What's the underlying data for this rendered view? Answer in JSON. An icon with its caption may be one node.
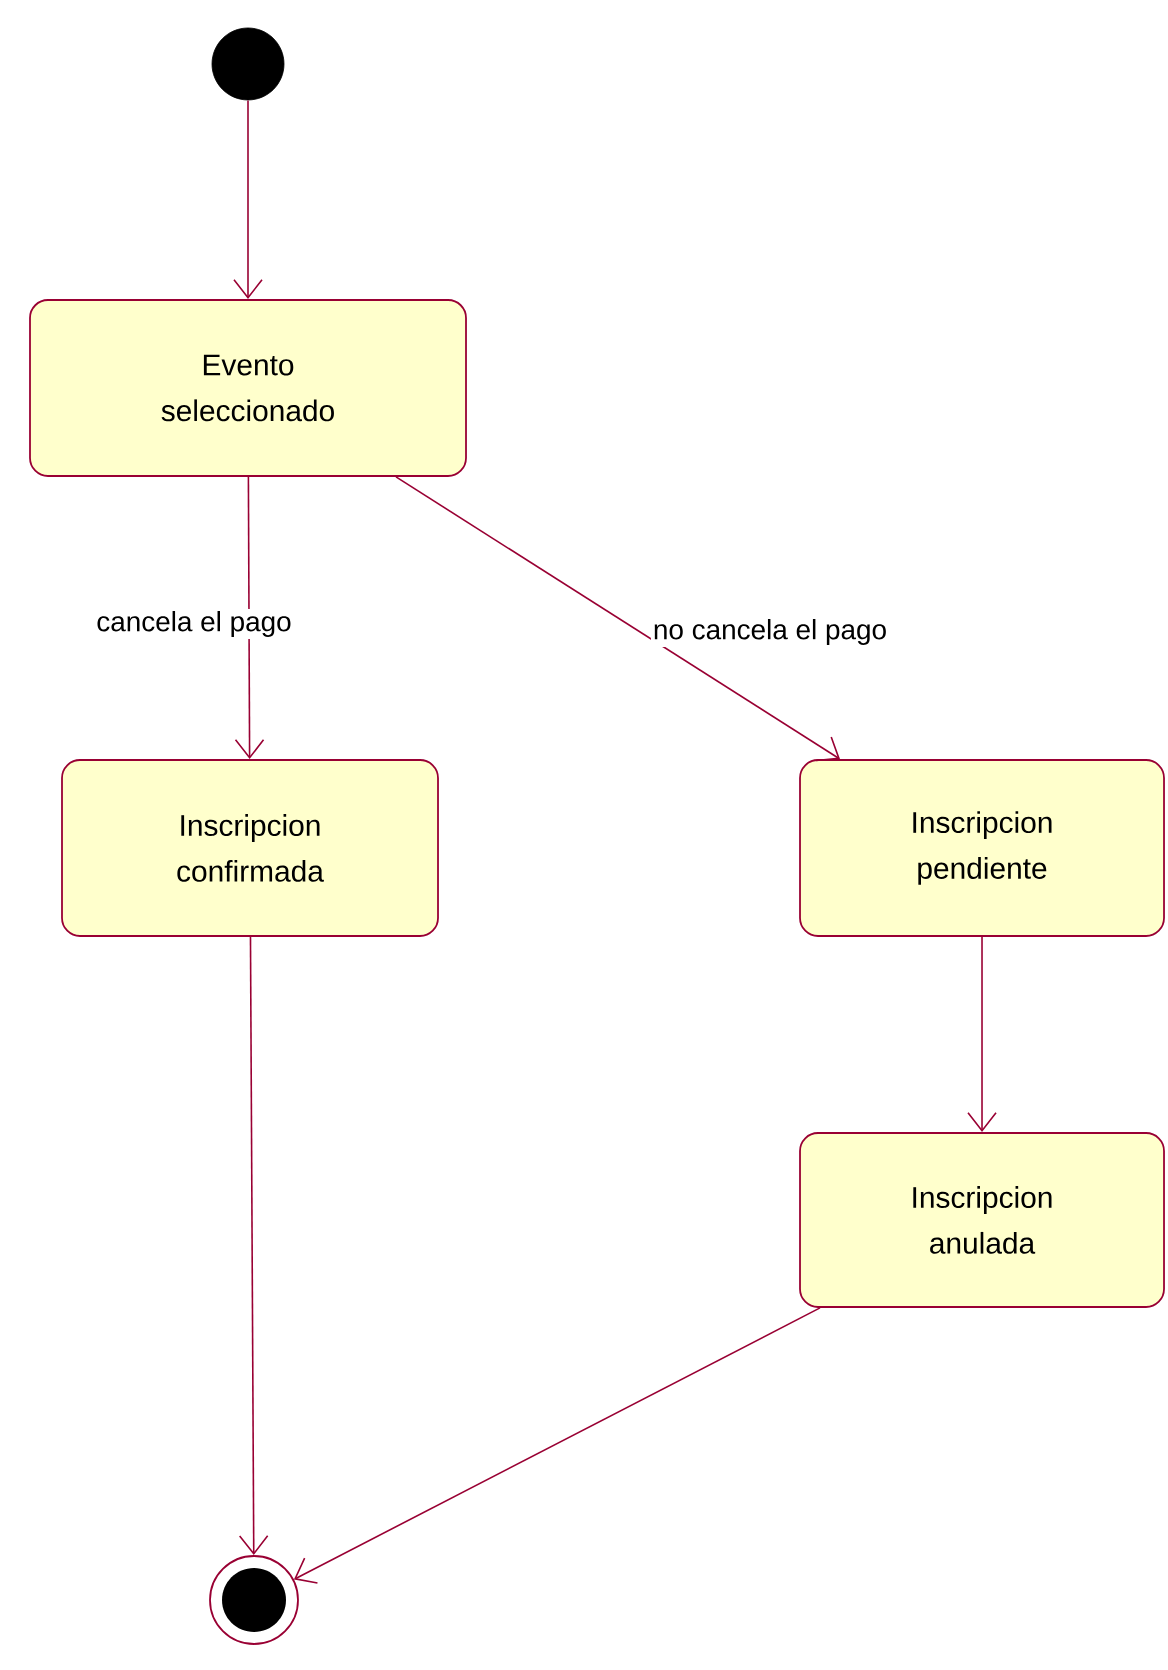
{
  "diagram": {
    "nodes": [
      {
        "text": [],
        "shape": "circle"
      },
      {
        "text": [
          "Evento seleccionado"
        ]
      },
      {
        "text": [
          "Inscripcion confirmada"
        ]
      },
      {
        "text": [
          "Inscripcion pendiente"
        ]
      },
      {
        "text": [
          "Inscripcion anulada"
        ]
      },
      {
        "text": [],
        "shape": "bullseye"
      }
    ],
    "edges": [
      {
        "from": 0,
        "to": 1,
        "arrow": "to"
      },
      {
        "from": 1,
        "to": 2,
        "arrow": "to",
        "label": "cancela el pago"
      },
      {
        "from": 1,
        "to": 3,
        "arrow": "to",
        "label": "no cancela el pago"
      },
      {
        "from": 3,
        "to": 4,
        "arrow": "to"
      },
      {
        "from": 2,
        "to": 5,
        "arrow": "to"
      },
      {
        "from": 4,
        "to": 5,
        "arrow": "to"
      }
    ]
  }
}
